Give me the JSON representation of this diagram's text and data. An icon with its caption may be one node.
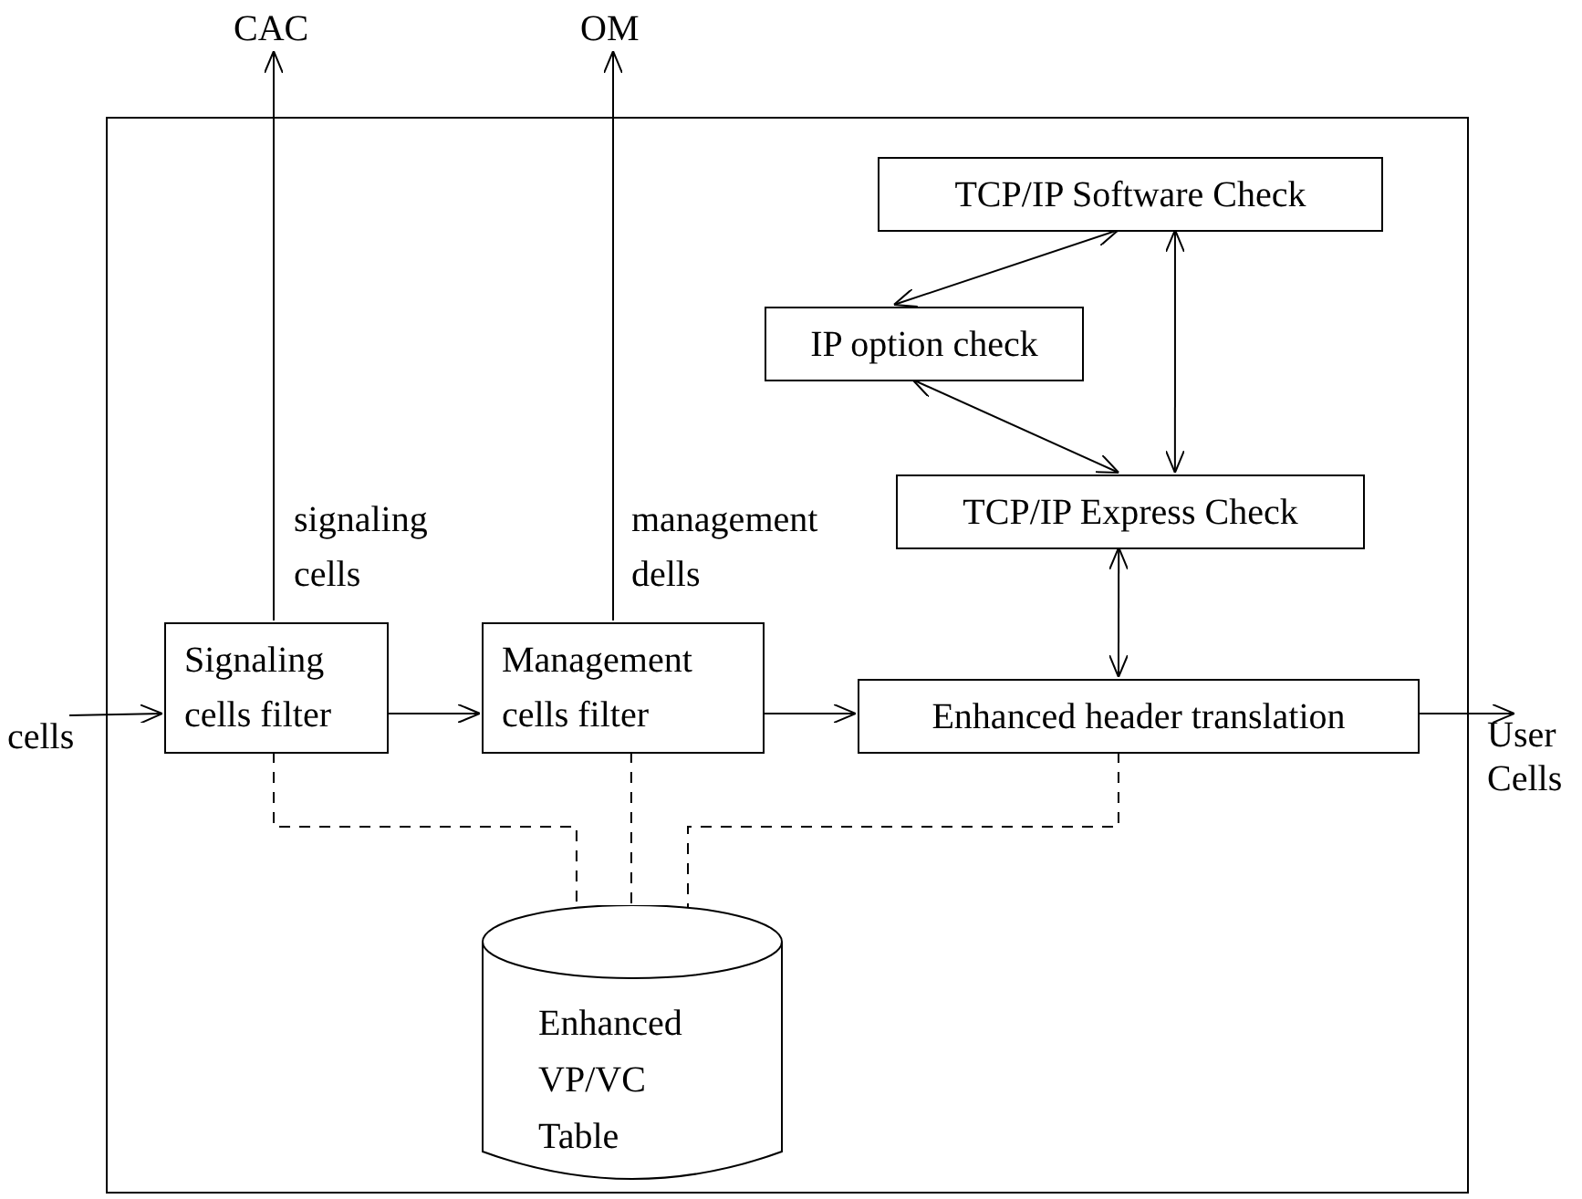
{
  "diagram": {
    "nodes": [
      {
        "text": [],
        "shape": "box"
      },
      {
        "text": [
          "CAC"
        ]
      },
      {
        "text": [
          "OM"
        ]
      },
      {
        "text": [
          "TCP/IP Software Check"
        ],
        "in": 0
      },
      {
        "text": [
          "IP option check"
        ],
        "in": 0
      },
      {
        "text": [
          "TCP/IP Express Check"
        ],
        "in": 0
      },
      {
        "text": [
          "Signaling cells filter"
        ],
        "in": 0
      },
      {
        "text": [
          "Management cells filter"
        ],
        "in": 0
      },
      {
        "text": [
          "Enhanced header translation"
        ],
        "in": 0
      },
      {
        "text": [
          "cells"
        ]
      },
      {
        "text": [
          "User Cells"
        ]
      },
      {
        "text": [
          "Enhanced VP/VC Table"
        ],
        "in": 0
      }
    ],
    "edges": [
      {
        "from": 6,
        "to": 1,
        "arrow": "to",
        "label": "signaling cells"
      },
      {
        "from": 7,
        "to": 2,
        "arrow": "to",
        "label": "management dells"
      },
      {
        "from": 3,
        "to": 4,
        "arrow": "both"
      },
      {
        "from": 4,
        "to": 5,
        "arrow": "both"
      },
      {
        "from": 3,
        "to": 5,
        "arrow": "both"
      },
      {
        "from": 5,
        "to": 8,
        "arrow": "both"
      },
      {
        "from": 9,
        "to": 6,
        "arrow": "to"
      },
      {
        "from": 6,
        "to": 7,
        "arrow": "to"
      },
      {
        "from": 7,
        "to": 8,
        "arrow": "to"
      },
      {
        "from": 8,
        "to": 10,
        "arrow": "to"
      },
      {
        "from": 6,
        "to": 11,
        "arrow": "none",
        "style": "dashed"
      },
      {
        "from": 7,
        "to": 11,
        "arrow": "none",
        "style": "dashed"
      },
      {
        "from": 8,
        "to": 11,
        "arrow": "none",
        "style": "dashed"
      }
    ]
  }
}
